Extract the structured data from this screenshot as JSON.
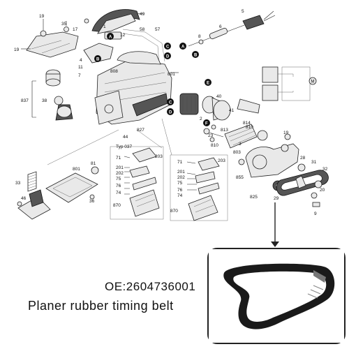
{
  "labels": {
    "p19a": "19",
    "p35": "35",
    "p17": "17",
    "p49": "49",
    "p19b": "19",
    "p1": "1",
    "p12": "12",
    "p58": "58",
    "p57": "57",
    "p5": "5",
    "p6": "6",
    "p8": "8",
    "p4": "4",
    "p11": "11",
    "p7": "7",
    "p808": "808",
    "p801a": "801",
    "p837": "837",
    "p38": "38",
    "p827": "827",
    "p44": "44",
    "p40": "40",
    "p41": "41",
    "p2": "2",
    "p23": "23",
    "p813": "813",
    "p810a": "810",
    "p814": "814",
    "p810b": "810",
    "p3": "3",
    "p803": "803",
    "p19c": "19",
    "p28": "28",
    "p31": "31",
    "p32": "32",
    "p20": "20",
    "p9": "9",
    "p29": "29",
    "p825": "825",
    "p855": "855",
    "p203a": "203",
    "p203b": "203",
    "p71a": "71",
    "p201a": "201",
    "p202a": "202",
    "p75a": "75",
    "p76a": "76",
    "p74a": "74",
    "p870a": "870",
    "p71b": "71",
    "p201b": "201",
    "p202b": "202",
    "p75b": "75",
    "p76b": "76",
    "p74b": "74",
    "p870b": "870",
    "p81": "81",
    "p801b": "801",
    "p33": "33",
    "p46": "46",
    "p36": "36"
  },
  "typ_label": "Typ 037",
  "circle_labels": {
    "A1": "A",
    "B1": "B",
    "C1": "C",
    "D1": "D",
    "A2": "A",
    "B2": "B",
    "C2": "C",
    "D2": "D",
    "E": "E",
    "F": "F"
  },
  "motor_symbol": "M",
  "caption": {
    "oe": "OE:2604736001",
    "description": "Planer rubber timing belt"
  }
}
